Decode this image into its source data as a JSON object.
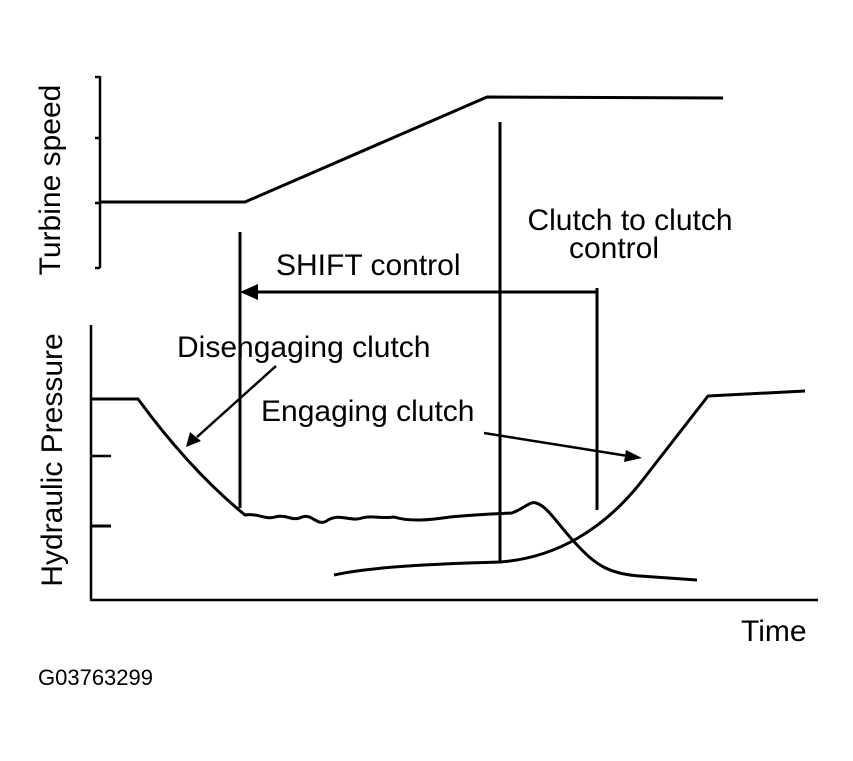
{
  "labels": {
    "turbine_speed": "Turbine speed",
    "hydraulic_pressure": "Hydraulic Pressure",
    "shift_control": "SHIFT control",
    "clutch_to_clutch_line1": "Clutch to clutch",
    "clutch_to_clutch_line2": "control",
    "disengaging_clutch": "Disengaging clutch",
    "engaging_clutch": "Engaging clutch",
    "time": "Time",
    "figure_id": "G03763299"
  },
  "colors": {
    "ink": "#000000",
    "background": "#ffffff"
  }
}
